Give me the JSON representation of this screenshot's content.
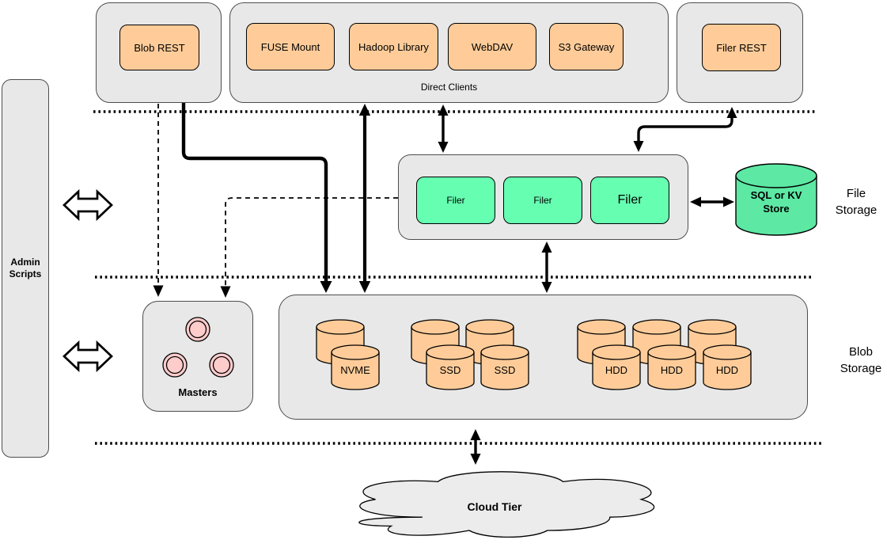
{
  "diagram": {
    "type": "storage-architecture"
  },
  "admin_panel": {
    "label": "Admin Scripts"
  },
  "top_row": {
    "blob_rest": {
      "label": "Blob REST"
    },
    "direct_clients": {
      "label": "Direct Clients",
      "items": [
        {
          "label": "FUSE Mount"
        },
        {
          "label": "Hadoop Library"
        },
        {
          "label": "WebDAV"
        },
        {
          "label": "S3 Gateway"
        }
      ]
    },
    "filer_rest": {
      "label": "Filer REST"
    }
  },
  "file_storage": {
    "section_label": "File Storage",
    "filers": [
      {
        "label": "Filer"
      },
      {
        "label": "Filer"
      },
      {
        "label": "Filer"
      }
    ],
    "kv_store": {
      "label": "SQL or KV Store"
    }
  },
  "blob_storage": {
    "section_label": "Blob Storage",
    "masters": {
      "label": "Masters",
      "node_count": 3
    },
    "volumes": [
      {
        "label": "NVME"
      },
      {
        "label": "SSD"
      },
      {
        "label": "SSD"
      },
      {
        "label": "HDD"
      },
      {
        "label": "HDD"
      },
      {
        "label": "HDD"
      }
    ]
  },
  "cloud": {
    "label": "Cloud Tier"
  },
  "colors": {
    "container_fill": "#e8e8e8",
    "container_border": "#4d4d4d",
    "client_fill": "#ffcc99",
    "client_border": "#000000",
    "filer_fill": "#66ffb2",
    "store_fill": "#5de8a4",
    "master_node_fill": "#ffcccc",
    "cloud_fill": "#ececec",
    "line": "#000000"
  }
}
